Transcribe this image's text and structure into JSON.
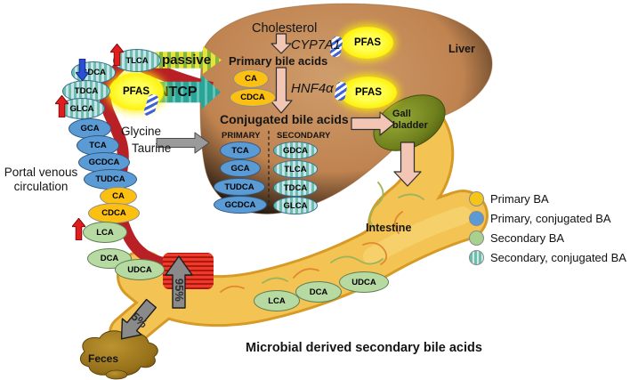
{
  "liver": {
    "label": "Liver"
  },
  "hepatic": {
    "cholesterol": "Cholesterol",
    "cyp7a1": "CYP7A1",
    "primary_heading": "Primary bile acids",
    "primary_acids": [
      {
        "label": "CA"
      },
      {
        "label": "CDCA"
      }
    ],
    "hnf4a": "HNF4α",
    "conjugated_heading": "Conjugated bile acids",
    "primary_col_label": "PRIMARY",
    "secondary_col_label": "SECONDARY",
    "conjugated_primary": [
      {
        "label": "TCA"
      },
      {
        "label": "GCA"
      },
      {
        "label": "TUDCA"
      },
      {
        "label": "GCDCA"
      }
    ],
    "conjugated_secondary": [
      {
        "label": "GDCA"
      },
      {
        "label": "TLCA"
      },
      {
        "label": "TDCA"
      },
      {
        "label": "GLCA"
      }
    ],
    "pfas_label": "PFAS"
  },
  "transport": {
    "passive": "passive",
    "ntcp": "NTCP",
    "glycine": "Glycine",
    "taurine": "Taurine"
  },
  "portal": {
    "label": "Portal venous circulation",
    "chain": [
      {
        "label": "TLCA",
        "type": "secondary-conjugated",
        "arrow": "up-red"
      },
      {
        "label": "GDCA",
        "type": "secondary-conjugated",
        "arrow": "down-blue"
      },
      {
        "label": "TDCA",
        "type": "secondary-conjugated"
      },
      {
        "label": "GLCA",
        "type": "secondary-conjugated",
        "arrow": "up-red"
      },
      {
        "label": "GCA",
        "type": "primary-conjugated"
      },
      {
        "label": "TCA",
        "type": "primary-conjugated"
      },
      {
        "label": "GCDCA",
        "type": "primary-conjugated"
      },
      {
        "label": "TUDCA",
        "type": "primary-conjugated"
      },
      {
        "label": "CA",
        "type": "primary"
      },
      {
        "label": "CDCA",
        "type": "primary"
      },
      {
        "label": "LCA",
        "type": "secondary",
        "arrow": "up-red"
      },
      {
        "label": "DCA",
        "type": "secondary"
      },
      {
        "label": "UDCA",
        "type": "secondary"
      }
    ]
  },
  "gall_bladder": {
    "label": "Gall bladder"
  },
  "intestine": {
    "label": "Intestine",
    "acids": [
      {
        "label": "LCA"
      },
      {
        "label": "DCA"
      },
      {
        "label": "UDCA"
      }
    ],
    "reabsorbed_pct": "95%",
    "excreted_pct": "5%",
    "caption": "Microbial derived secondary bile acids"
  },
  "feces": {
    "label": "Feces"
  },
  "legend": {
    "items": [
      {
        "label": "Primary BA",
        "swatch": "primary"
      },
      {
        "label": "Primary, conjugated BA",
        "swatch": "primary-conjugated"
      },
      {
        "label": "Secondary BA",
        "swatch": "secondary"
      },
      {
        "label": "Secondary, conjugated BA",
        "swatch": "secondary-conjugated"
      }
    ]
  },
  "colors": {
    "primary_ba": "#fcc012",
    "primary_conjugated_ba": "#5b9bd5",
    "secondary_ba": "#b7d9a2",
    "secondary_conjugated_stripe": "#6fbfa6",
    "pfas": "#fdf000",
    "portal_vein": "#b92025",
    "liver": "#bf8350",
    "intestine": "#f3c453",
    "gall_bladder": "#6e7f1d"
  }
}
